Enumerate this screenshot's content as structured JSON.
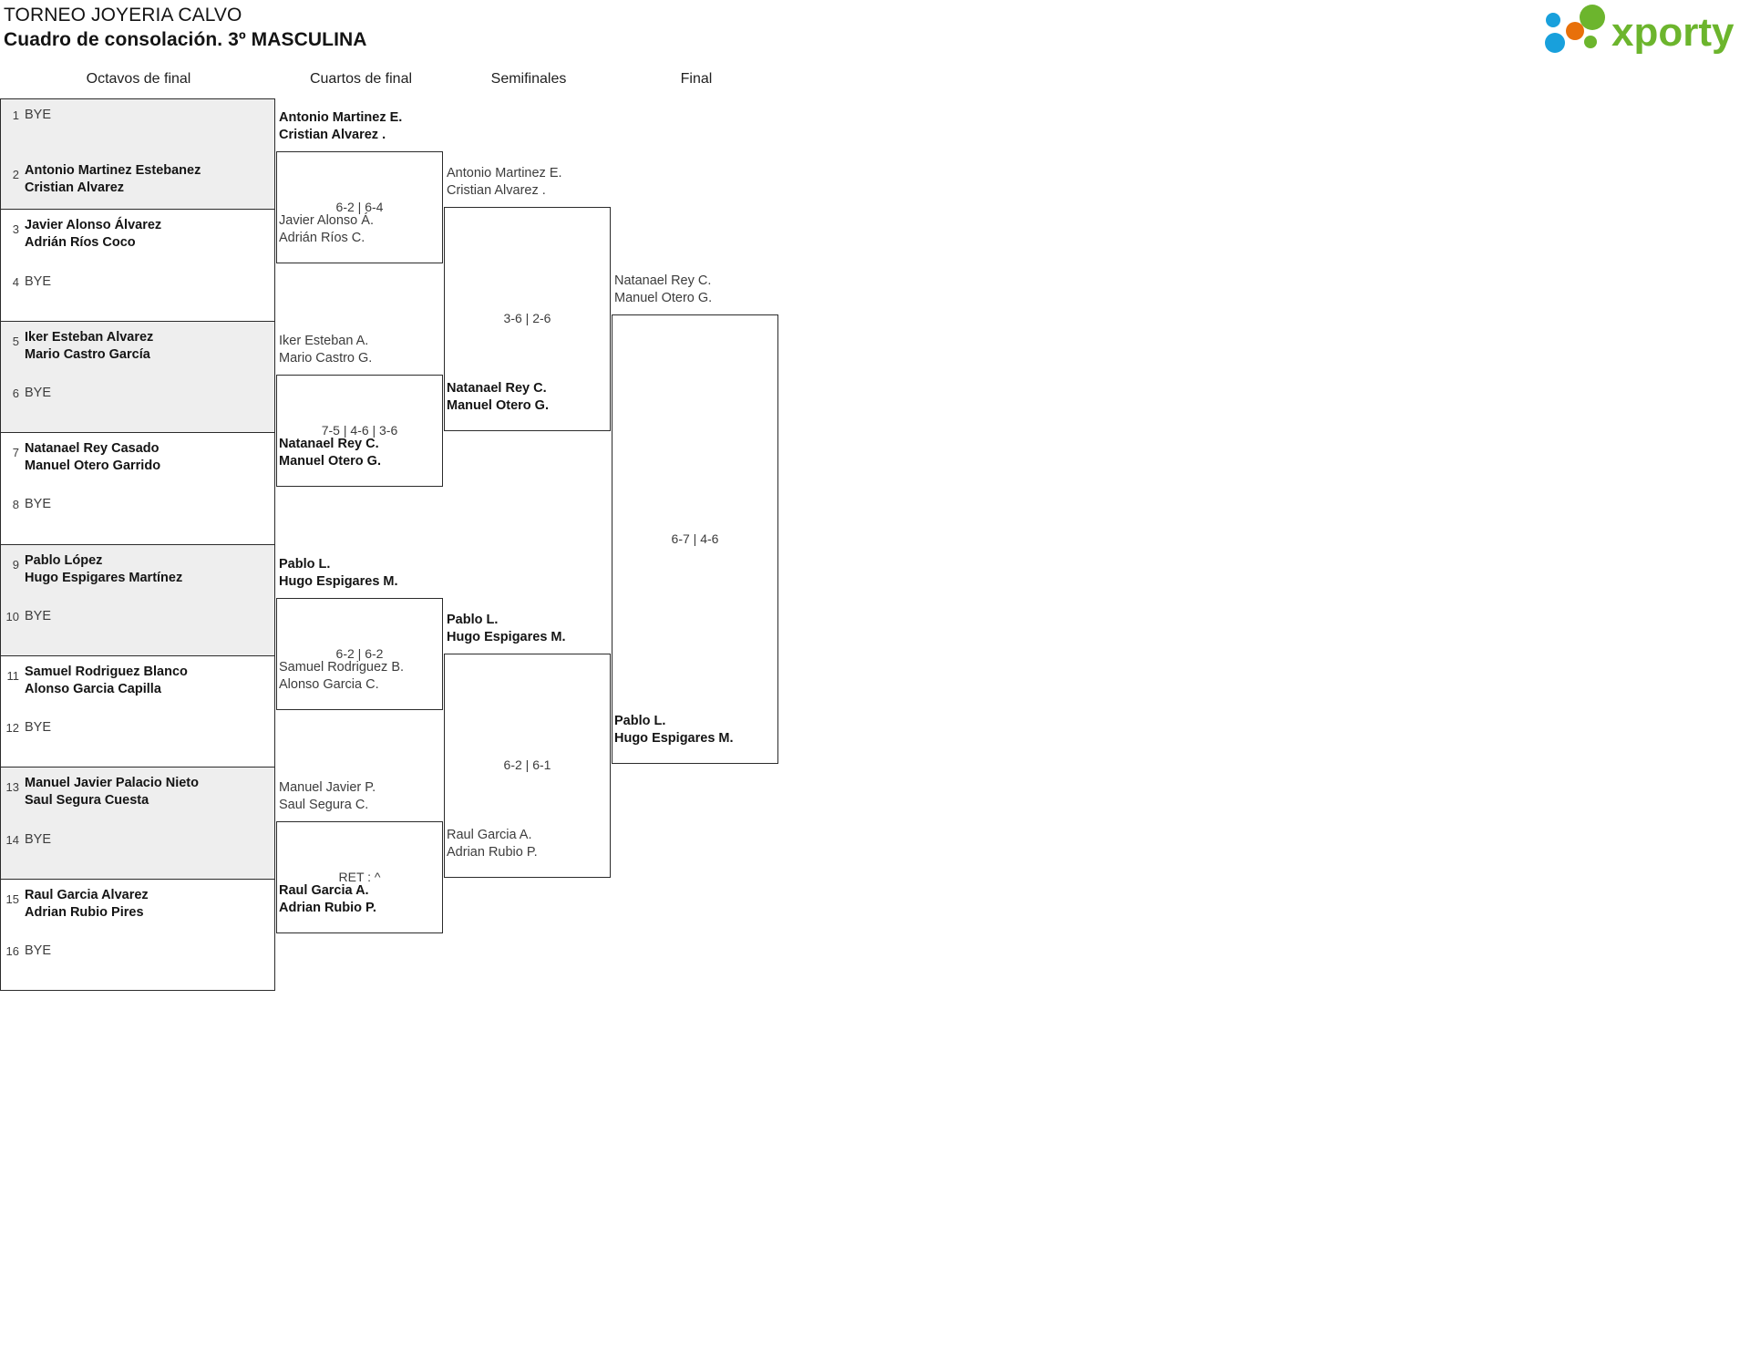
{
  "header": {
    "tournament": "TORNEO JOYERIA CALVO",
    "subtitle": "Cuadro de consolación. 3º MASCULINA",
    "logo_text": "xporty",
    "logo_colors": {
      "green": "#6cb52d",
      "blue": "#18a0dc",
      "orange": "#e8700a"
    }
  },
  "rounds": [
    {
      "label": "Octavos de final"
    },
    {
      "label": "Cuartos de final"
    },
    {
      "label": "Semifinales"
    },
    {
      "label": "Final"
    }
  ],
  "seeds": [
    {
      "num": "1",
      "bye": "BYE",
      "line1": "",
      "line2": "",
      "shade": true,
      "winner": false
    },
    {
      "num": "2",
      "bye": "",
      "line1": "Antonio Martinez Estebanez",
      "line2": "Cristian Alvarez",
      "shade": true,
      "winner": true
    },
    {
      "num": "3",
      "bye": "",
      "line1": "Javier Alonso Álvarez",
      "line2": "Adrián Ríos Coco",
      "shade": false,
      "winner": true
    },
    {
      "num": "4",
      "bye": "BYE",
      "line1": "",
      "line2": "",
      "shade": false,
      "winner": false
    },
    {
      "num": "5",
      "bye": "",
      "line1": "Iker Esteban Alvarez",
      "line2": "Mario Castro García",
      "shade": true,
      "winner": true
    },
    {
      "num": "6",
      "bye": "BYE",
      "line1": "",
      "line2": "",
      "shade": true,
      "winner": false
    },
    {
      "num": "7",
      "bye": "",
      "line1": "Natanael Rey Casado",
      "line2": "Manuel Otero Garrido",
      "shade": false,
      "winner": true
    },
    {
      "num": "8",
      "bye": "BYE",
      "line1": "",
      "line2": "",
      "shade": false,
      "winner": false
    },
    {
      "num": "9",
      "bye": "",
      "line1": "Pablo López",
      "line2": "Hugo Espigares Martínez",
      "shade": true,
      "winner": true
    },
    {
      "num": "10",
      "bye": "BYE",
      "line1": "",
      "line2": "",
      "shade": true,
      "winner": false
    },
    {
      "num": "11",
      "bye": "",
      "line1": "Samuel Rodriguez Blanco",
      "line2": "Alonso Garcia Capilla",
      "shade": false,
      "winner": true
    },
    {
      "num": "12",
      "bye": "BYE",
      "line1": "",
      "line2": "",
      "shade": false,
      "winner": false
    },
    {
      "num": "13",
      "bye": "",
      "line1": "Manuel Javier Palacio Nieto",
      "line2": "Saul Segura Cuesta",
      "shade": true,
      "winner": true
    },
    {
      "num": "14",
      "bye": "BYE",
      "line1": "",
      "line2": "",
      "shade": true,
      "winner": false
    },
    {
      "num": "15",
      "bye": "",
      "line1": "Raul Garcia Alvarez",
      "line2": "Adrian Rubio Pires",
      "shade": false,
      "winner": true
    },
    {
      "num": "16",
      "bye": "BYE",
      "line1": "",
      "line2": "",
      "shade": false,
      "winner": false
    }
  ],
  "quarterfinals": [
    {
      "top": {
        "line1": "Antonio Martinez E.",
        "line2": "Cristian Alvarez .",
        "result": "win"
      },
      "bottom": {
        "line1": "Javier Alonso Á.",
        "line2": "Adrián Ríos C.",
        "result": "lose"
      },
      "score": "6-2 | 6-4"
    },
    {
      "top": {
        "line1": "Iker Esteban A.",
        "line2": "Mario Castro G.",
        "result": "lose"
      },
      "bottom": {
        "line1": "Natanael Rey C.",
        "line2": "Manuel Otero G.",
        "result": "win"
      },
      "score": "7-5 | 4-6 | 3-6"
    },
    {
      "top": {
        "line1": "Pablo L.",
        "line2": "Hugo Espigares M.",
        "result": "win"
      },
      "bottom": {
        "line1": "Samuel Rodriguez B.",
        "line2": "Alonso Garcia C.",
        "result": "lose"
      },
      "score": "6-2 | 6-2"
    },
    {
      "top": {
        "line1": "Manuel Javier P.",
        "line2": "Saul Segura C.",
        "result": "lose"
      },
      "bottom": {
        "line1": "Raul Garcia A.",
        "line2": "Adrian Rubio P.",
        "result": "win"
      },
      "score": "RET : ^"
    }
  ],
  "semifinals": [
    {
      "top": {
        "line1": "Antonio Martinez E.",
        "line2": "Cristian Alvarez .",
        "result": "lose"
      },
      "bottom": {
        "line1": "Natanael Rey C.",
        "line2": "Manuel Otero G.",
        "result": "win"
      },
      "score": "3-6 | 2-6"
    },
    {
      "top": {
        "line1": "Pablo L.",
        "line2": "Hugo Espigares M.",
        "result": "win"
      },
      "bottom": {
        "line1": "Raul Garcia A.",
        "line2": "Adrian Rubio P.",
        "result": "lose"
      },
      "score": "6-2 | 6-1"
    }
  ],
  "final": {
    "top": {
      "line1": "Natanael Rey C.",
      "line2": "Manuel Otero G.",
      "result": "lose"
    },
    "bottom": {
      "line1": "Pablo L.",
      "line2": "Hugo Espigares M.",
      "result": "win"
    },
    "score": "6-7 | 4-6"
  }
}
